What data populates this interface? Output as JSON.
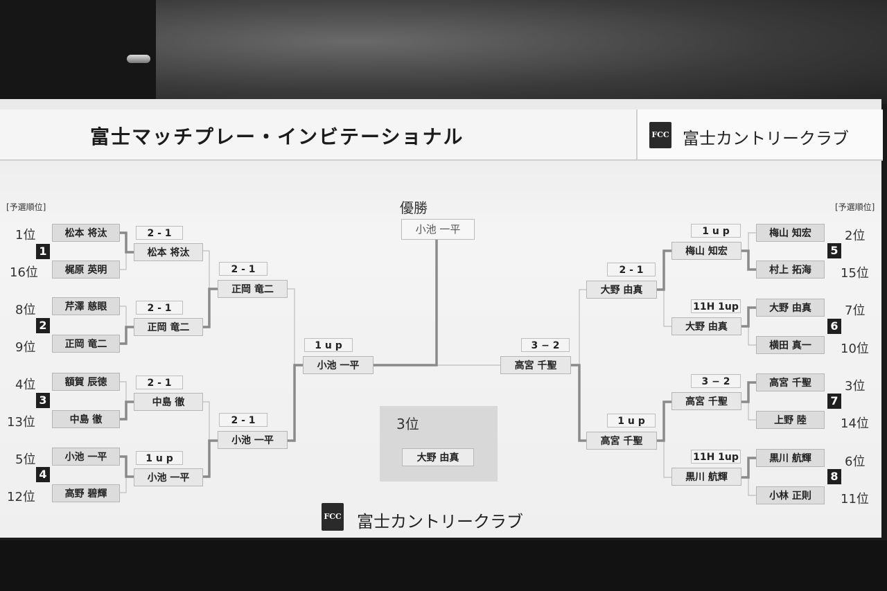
{
  "title": "富士マッチプレー・インビテーショナル",
  "club_name": "富士カントリークラブ",
  "emblem_letters": "FCC",
  "qualifying_label": "[予選順位]",
  "champion_label": "優勝",
  "champion": "小池 一平",
  "third_place_label": "3位",
  "third_place": "大野 由真",
  "left": {
    "seeds": [
      "1",
      "2",
      "3",
      "4"
    ],
    "players": [
      {
        "name": "松本 将汰",
        "rank": "1位"
      },
      {
        "name": "梶原 英明",
        "rank": "16位"
      },
      {
        "name": "芹澤 慈眼",
        "rank": "8位"
      },
      {
        "name": "正岡 竜二",
        "rank": "9位"
      },
      {
        "name": "額賀 辰徳",
        "rank": "4位"
      },
      {
        "name": "中島 徹",
        "rank": "13位"
      },
      {
        "name": "小池 一平",
        "rank": "5位"
      },
      {
        "name": "高野 碧輝",
        "rank": "12位"
      }
    ],
    "round1": [
      {
        "score": "2 - 1",
        "winner": "松本 将汰"
      },
      {
        "score": "2 - 1",
        "winner": "正岡 竜二"
      },
      {
        "score": "2 - 1",
        "winner": "中島 徹"
      },
      {
        "score": "1 u p",
        "winner": "小池 一平"
      }
    ],
    "round2": [
      {
        "score": "2 - 1",
        "winner": "正岡 竜二"
      },
      {
        "score": "2 - 1",
        "winner": "小池 一平"
      }
    ],
    "semifinal": {
      "score": "1 u p",
      "winner": "小池 一平"
    }
  },
  "right": {
    "seeds": [
      "5",
      "6",
      "7",
      "8"
    ],
    "players": [
      {
        "name": "梅山 知宏",
        "rank": "2位"
      },
      {
        "name": "村上 拓海",
        "rank": "15位"
      },
      {
        "name": "大野 由真",
        "rank": "7位"
      },
      {
        "name": "横田 真一",
        "rank": "10位"
      },
      {
        "name": "高宮 千聖",
        "rank": "3位"
      },
      {
        "name": "上野 陸",
        "rank": "14位"
      },
      {
        "name": "黒川 航輝",
        "rank": "6位"
      },
      {
        "name": "小林 正則",
        "rank": "11位"
      }
    ],
    "round1": [
      {
        "score": "1 u p",
        "winner": "梅山 知宏"
      },
      {
        "score": "11H 1up",
        "winner": "大野 由真"
      },
      {
        "score": "3 − 2",
        "winner": "高宮 千聖"
      },
      {
        "score": "11H 1up",
        "winner": "黒川 航輝"
      }
    ],
    "round2": [
      {
        "score": "2 - 1",
        "winner": "大野 由真"
      },
      {
        "score": "1 u p",
        "winner": "高宮 千聖"
      }
    ],
    "semifinal": {
      "score": "3 − 2",
      "winner": "高宮 千聖"
    }
  },
  "colors": {
    "board": "#efefef",
    "box": "#dcdcdc",
    "seed_badge": "#1f1f1f",
    "winner_line": "#8a8a8a"
  }
}
